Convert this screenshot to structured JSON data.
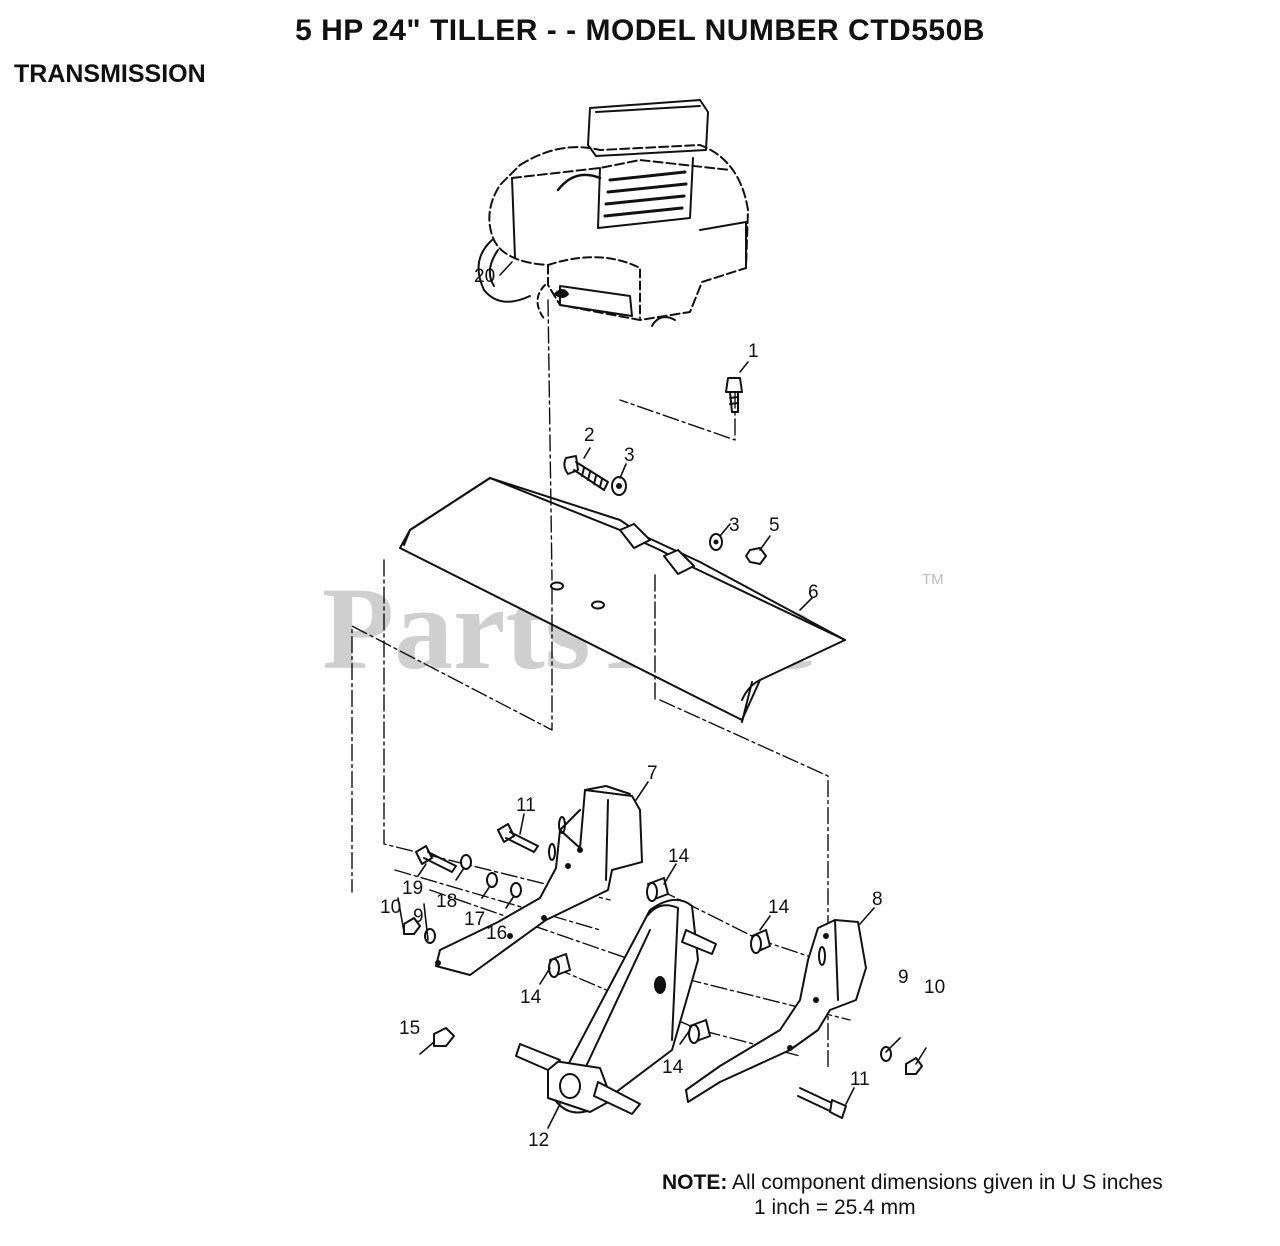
{
  "header": {
    "title": "5 HP 24\" TILLER - - MODEL NUMBER CTD550B",
    "section": "TRANSMISSION"
  },
  "watermark": {
    "text": "PartsTree",
    "trademark": "TM"
  },
  "callouts": {
    "c1": "1",
    "c2": "2",
    "c3a": "3",
    "c3b": "3",
    "c5": "5",
    "c6": "6",
    "c7": "7",
    "c8": "8",
    "c9a": "9",
    "c9b": "9",
    "c10a": "10",
    "c10b": "10",
    "c11a": "11",
    "c11b": "11",
    "c12": "12",
    "c14a": "14",
    "c14b": "14",
    "c14c": "14",
    "c14d": "14",
    "c15": "15",
    "c16": "16",
    "c17": "17",
    "c18": "18",
    "c19": "19",
    "c20": "20"
  },
  "note": {
    "label": "NOTE:",
    "line1": "All component dimensions given in U S  inches",
    "line2": "1 inch = 25.4 mm"
  }
}
